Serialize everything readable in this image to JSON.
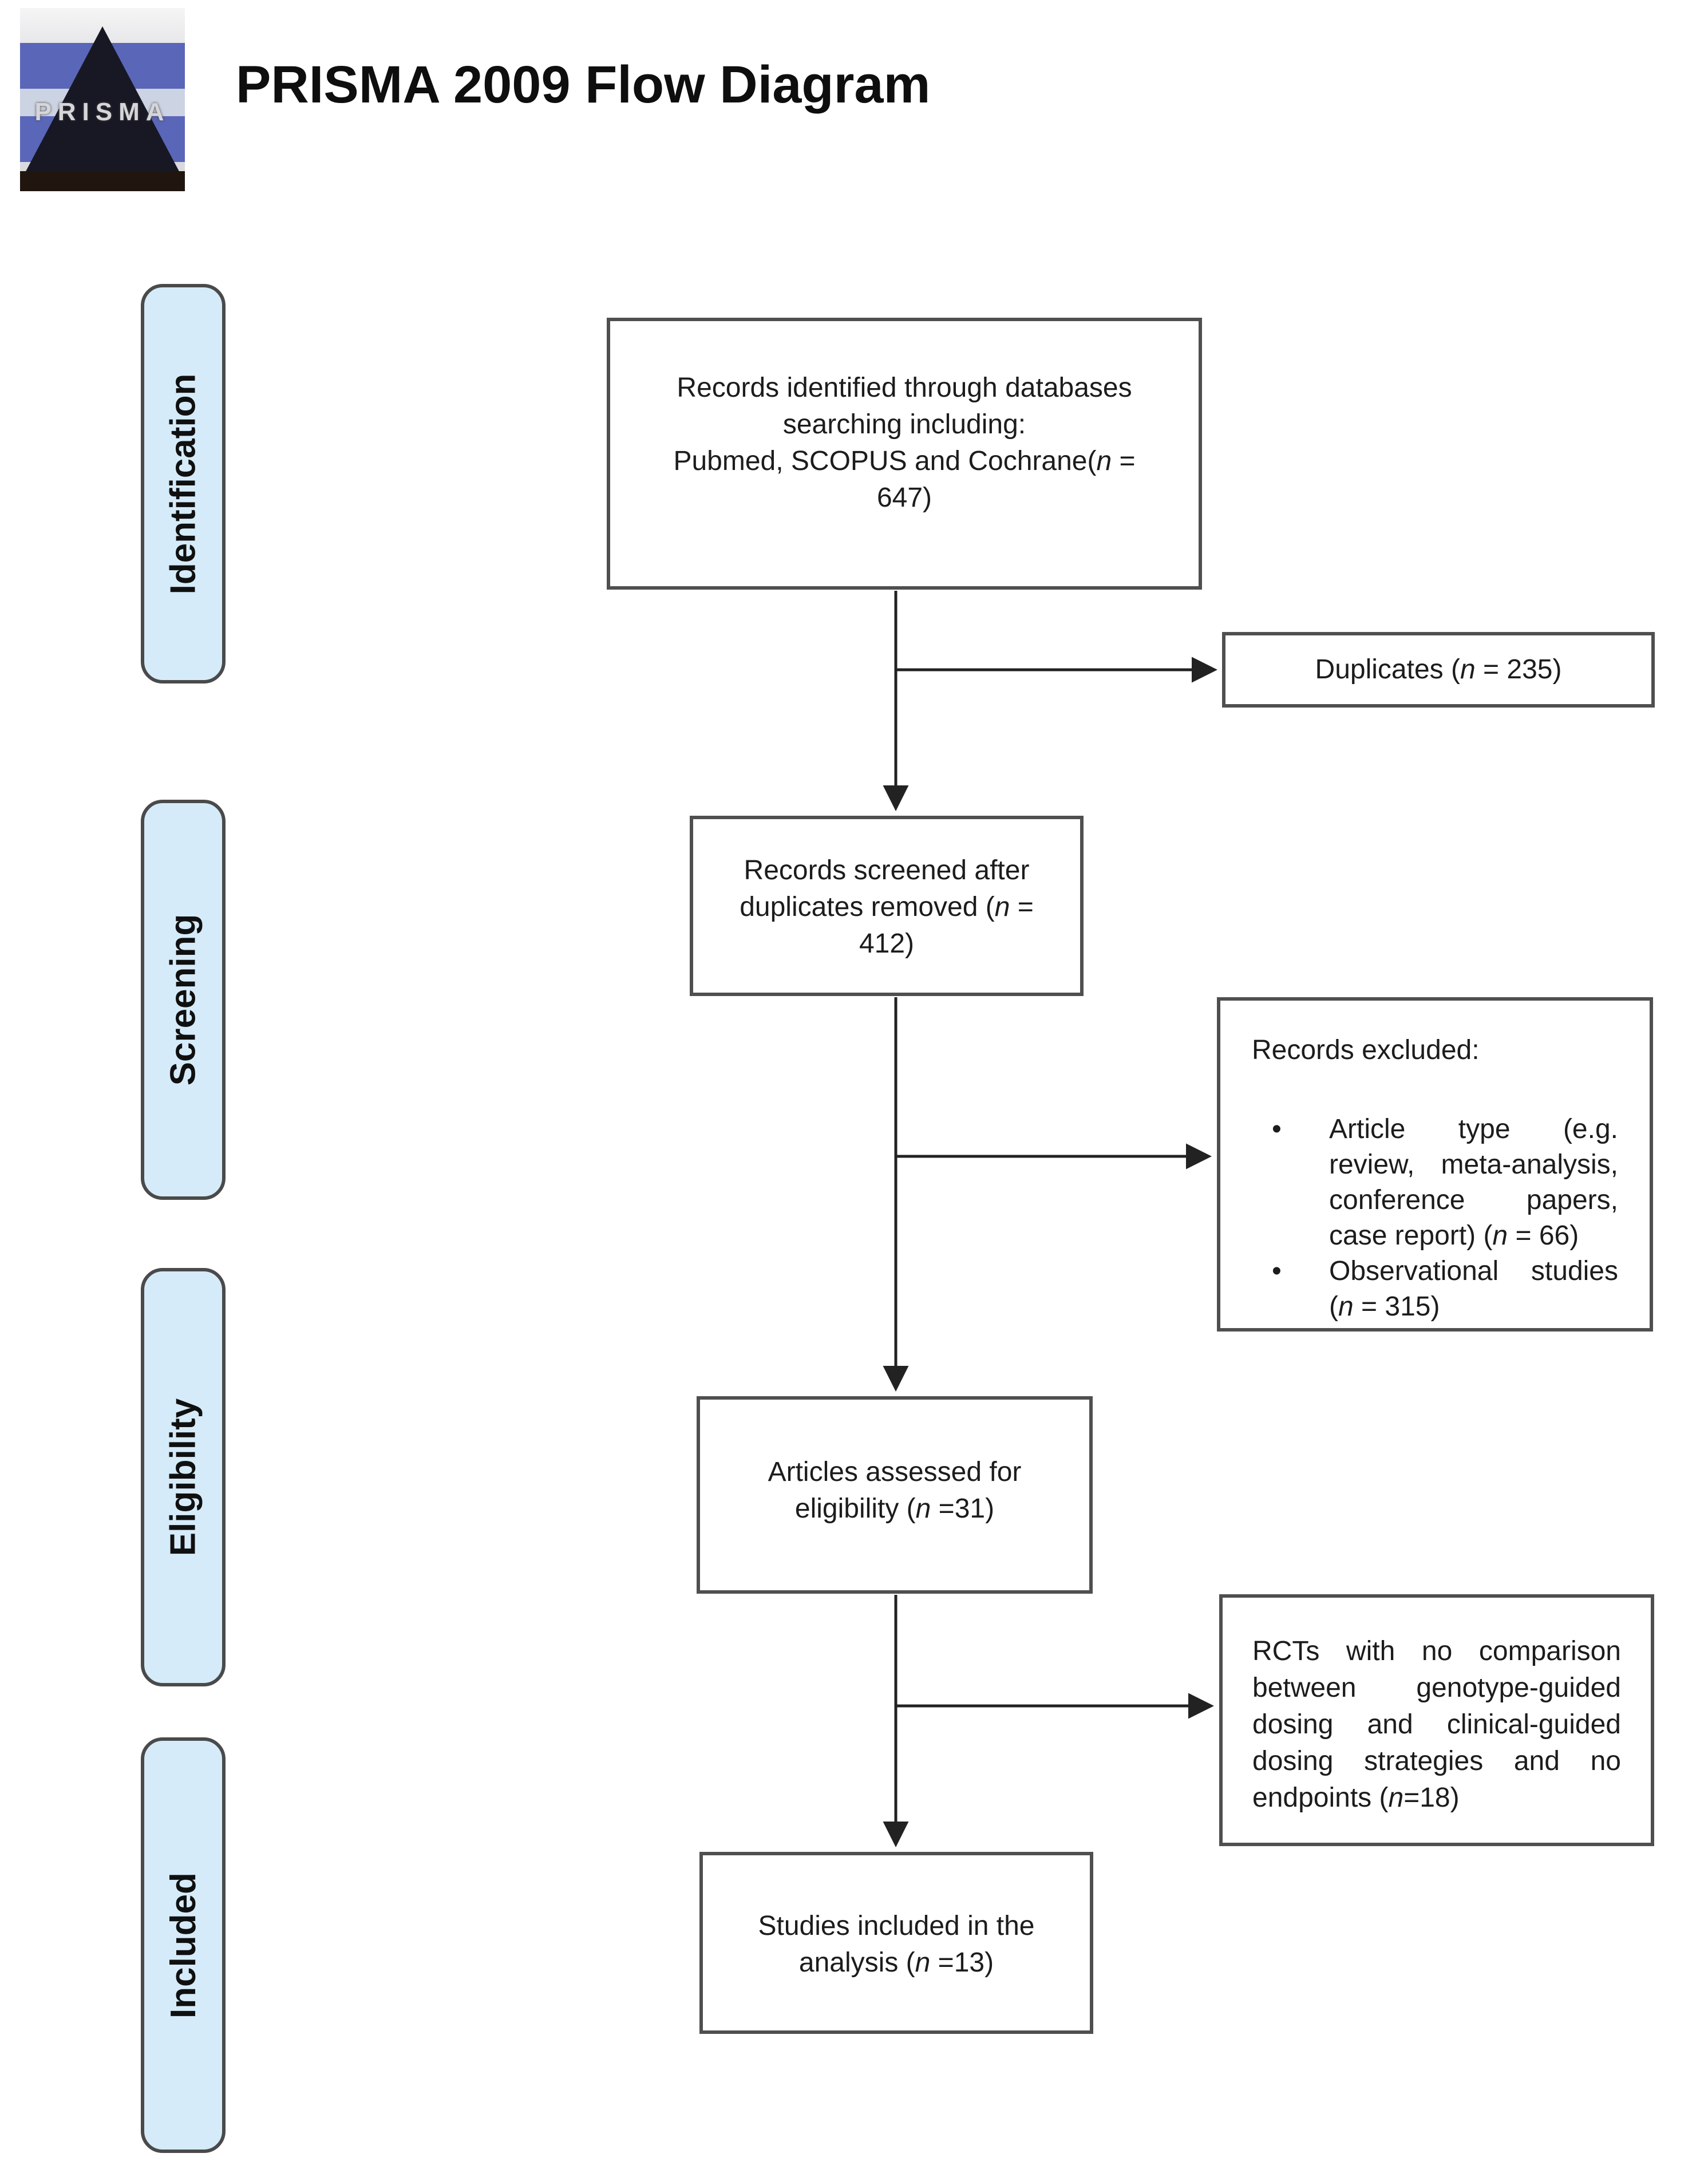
{
  "header": {
    "title": "PRISMA 2009 Flow Diagram",
    "logo_text": "PRISMA"
  },
  "colors": {
    "phase_fill": "#d5ebf9",
    "phase_border": "#4a4a4a",
    "box_border": "#4f4f4f",
    "arrow": "#222222",
    "logo_blue": "#5a66b8",
    "logo_pyramid": "#181824"
  },
  "phases": [
    {
      "label": "Identification"
    },
    {
      "label": "Screening"
    },
    {
      "label": "Eligibility"
    },
    {
      "label": "Included"
    }
  ],
  "flow_boxes": {
    "identified": {
      "segments": [
        {
          "text": "Records identified through databases\nsearching including:\nPubmed, SCOPUS and Cochrane("
        },
        {
          "text": "n",
          "italic": true
        },
        {
          "text": " =\n647)"
        }
      ]
    },
    "screened": {
      "segments": [
        {
          "text": "Records screened after\nduplicates removed ("
        },
        {
          "text": "n",
          "italic": true
        },
        {
          "text": " =\n412)"
        }
      ]
    },
    "assessed": {
      "segments": [
        {
          "text": "Articles assessed for\neligibility ("
        },
        {
          "text": "n",
          "italic": true
        },
        {
          "text": " =31)"
        }
      ]
    },
    "included": {
      "segments": [
        {
          "text": "Studies included in the\nanalysis ("
        },
        {
          "text": "n",
          "italic": true
        },
        {
          "text": " =13)"
        }
      ]
    }
  },
  "side_boxes": {
    "duplicates": {
      "segments": [
        {
          "text": "Duplicates ("
        },
        {
          "text": "n",
          "italic": true
        },
        {
          "text": " = 235)"
        }
      ]
    },
    "excluded": {
      "title": "Records excluded:",
      "bullet_char": "•",
      "bullets": [
        {
          "segments": [
            {
              "text": "Article type (e.g. review, meta-analysis, conference papers, case report) ("
            },
            {
              "text": "n",
              "italic": true
            },
            {
              "text": " = 66)"
            }
          ]
        },
        {
          "segments": [
            {
              "text": "Observational studies ("
            },
            {
              "text": "n",
              "italic": true
            },
            {
              "text": " = 315)"
            }
          ]
        }
      ]
    },
    "rcts": {
      "segments": [
        {
          "text": "RCTs with no comparison between genotype-guided dosing and clinical-guided dosing strategies and no endpoints ("
        },
        {
          "text": "n",
          "italic": true
        },
        {
          "text": "=18)"
        }
      ]
    }
  }
}
